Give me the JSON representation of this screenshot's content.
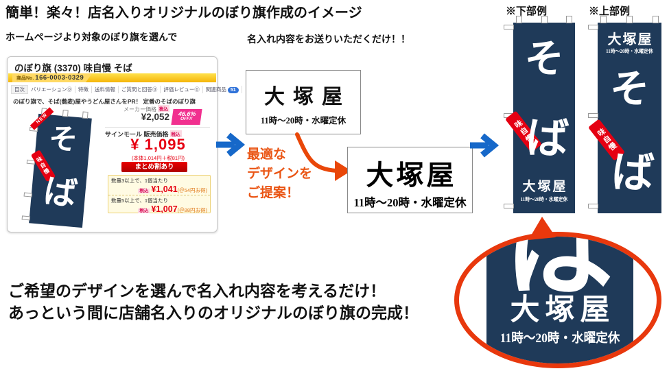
{
  "colors": {
    "navy": "#1f3a59",
    "flag_red": "#e50012",
    "accent_orange": "#ea5514",
    "callout_orange": "#e8380d",
    "accent_blue": "#1668c9",
    "price_red": "#e60012",
    "off_pink": "#f1308f",
    "yellow_bar": "#f5b50a"
  },
  "page": {
    "title": "簡単！楽々！店名入りオリジナルのぼり旗作成のイメージ",
    "step1_label": "ホームページより対象のぼり旗を選んで",
    "step2_label": "名入れ内容をお送りいただくだけ！！",
    "bottom_line1": "ご希望のデザインを選んで名入れ内容を考えるだけ！",
    "bottom_line2": "あっという間に店舗名入りのオリジナルのぼり旗の完成！"
  },
  "product_card": {
    "title": "のぼり旗 (3370) 味自慢 そば",
    "item_no_label": "商品No.",
    "item_no": "166-0003-0329",
    "tabs": [
      "目次",
      "バリエーション⓪",
      "特徴",
      "送料情報",
      "ご質問と回答⓪",
      "評価レビュー⓪",
      "関連商品"
    ],
    "related_count": "51",
    "description": "のぼり旗で、そば(蕎麦)屋やうどん屋さんをPR！ 定番のそばのぼり旗",
    "maker_price_label": "メーカー価格",
    "tax_included": "税込",
    "maker_price": "¥2,052",
    "off_percent": "46.6%",
    "off_text": "OFF!!",
    "sale_price_label": "サインモール 販売価格",
    "sale_price": "¥ 1,095",
    "sale_price_note": "(本体1,014円＋税81円)",
    "bulk_button": "まとめ割あり",
    "bulk1_condition": "数量3以上で、1個当たり",
    "bulk1_price": "¥1,041",
    "bulk1_save": "(＠54円お得)",
    "bulk2_condition": "数量5以上で、1個当たり",
    "bulk2_price": "¥1,007",
    "bulk2_save": "(＠88円お得)",
    "flag_new": "NEW",
    "flag_badge": "味自慢",
    "flag_so": "そ",
    "flag_ba": "ば"
  },
  "flow": {
    "input_name": "大塚屋",
    "input_hours": "11時～20時・水曜定休",
    "note_line1": "最適な",
    "note_line2": "デザインを",
    "note_line3": "ご提案！",
    "output_name": "大塚屋",
    "output_hours": "11時～20時・水曜定休"
  },
  "examples": {
    "bottom_label": "※下部例",
    "top_label": "※上部例",
    "badge": "味自慢",
    "so": "そ",
    "ba": "ば",
    "shop_name": "大塚屋",
    "shop_hours": "11時～20時・水曜定休"
  },
  "callout": {
    "ba_tail": "ば",
    "shop_name": "大塚屋",
    "shop_hours": "11時～20時・水曜定休"
  }
}
